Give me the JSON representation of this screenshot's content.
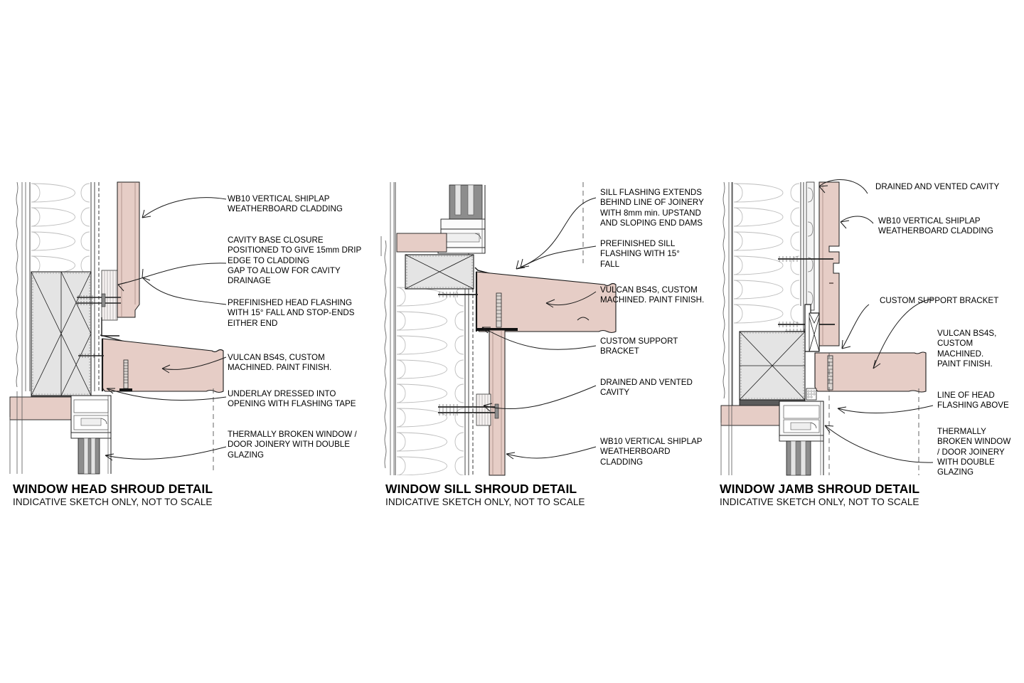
{
  "sheet": {
    "background_color": "#ffffff",
    "line_color": "#1a1a1a",
    "cladding_fill": "#e6cdc6",
    "glass_fill": "#e4e4e4",
    "frame_fill": "#f2f2f2",
    "insulation_line": "#b9b9b9",
    "metal_fill": "#9a9a9a"
  },
  "panels": [
    {
      "id": "head",
      "title": "WINDOW HEAD SHROUD DETAIL",
      "subtitle": "INDICATIVE SKETCH ONLY, NOT TO SCALE",
      "notes": [
        {
          "id": "head-note-1",
          "text": "WB10 VERTICAL SHIPLAP\nWEATHERBOARD CLADDING"
        },
        {
          "id": "head-note-2",
          "text": "CAVITY BASE CLOSURE\nPOSITIONED TO GIVE 15mm DRIP\nEDGE TO CLADDING\nGAP TO ALLOW FOR CAVITY\nDRAINAGE"
        },
        {
          "id": "head-note-3",
          "text": "PREFINISHED HEAD FLASHING\nWITH 15° FALL AND STOP-ENDS\nEITHER END"
        },
        {
          "id": "head-note-4",
          "text": "VULCAN BS4S, CUSTOM\nMACHINED. PAINT FINISH."
        },
        {
          "id": "head-note-5",
          "text": "UNDERLAY DRESSED INTO\nOPENING WITH FLASHING TAPE"
        },
        {
          "id": "head-note-6",
          "text": "THERMALLY BROKEN WINDOW /\nDOOR JOINERY WITH DOUBLE\nGLAZING"
        }
      ]
    },
    {
      "id": "sill",
      "title": "WINDOW SILL SHROUD DETAIL",
      "subtitle": "INDICATIVE SKETCH ONLY, NOT TO SCALE",
      "notes": [
        {
          "id": "sill-note-1",
          "text": "SILL FLASHING EXTENDS\nBEHIND LINE OF JOINERY\nWITH 8mm min. UPSTAND\nAND SLOPING END DAMS"
        },
        {
          "id": "sill-note-2",
          "text": "PREFINISHED SILL\nFLASHING WITH 15°\nFALL"
        },
        {
          "id": "sill-note-3",
          "text": "VULCAN BS4S, CUSTOM\nMACHINED. PAINT FINISH."
        },
        {
          "id": "sill-note-4",
          "text": "CUSTOM SUPPORT\nBRACKET"
        },
        {
          "id": "sill-note-5",
          "text": "DRAINED AND VENTED\nCAVITY"
        },
        {
          "id": "sill-note-6",
          "text": "WB10 VERTICAL SHIPLAP\nWEATHERBOARD\nCLADDING"
        }
      ]
    },
    {
      "id": "jamb",
      "title": "WINDOW JAMB SHROUD DETAIL",
      "subtitle": "INDICATIVE SKETCH ONLY, NOT TO SCALE",
      "notes": [
        {
          "id": "jamb-note-1",
          "text": "DRAINED AND VENTED CAVITY"
        },
        {
          "id": "jamb-note-2",
          "text": "WB10 VERTICAL SHIPLAP\nWEATHERBOARD CLADDING"
        },
        {
          "id": "jamb-note-3",
          "text": "CUSTOM SUPPORT BRACKET"
        },
        {
          "id": "jamb-note-4",
          "text": "VULCAN BS4S,\nCUSTOM\nMACHINED.\nPAINT FINISH."
        },
        {
          "id": "jamb-note-5",
          "text": "LINE OF HEAD\nFLASHING ABOVE"
        },
        {
          "id": "jamb-note-6",
          "text": "THERMALLY\nBROKEN WINDOW\n/ DOOR JOINERY\nWITH DOUBLE\nGLAZING"
        }
      ]
    }
  ]
}
